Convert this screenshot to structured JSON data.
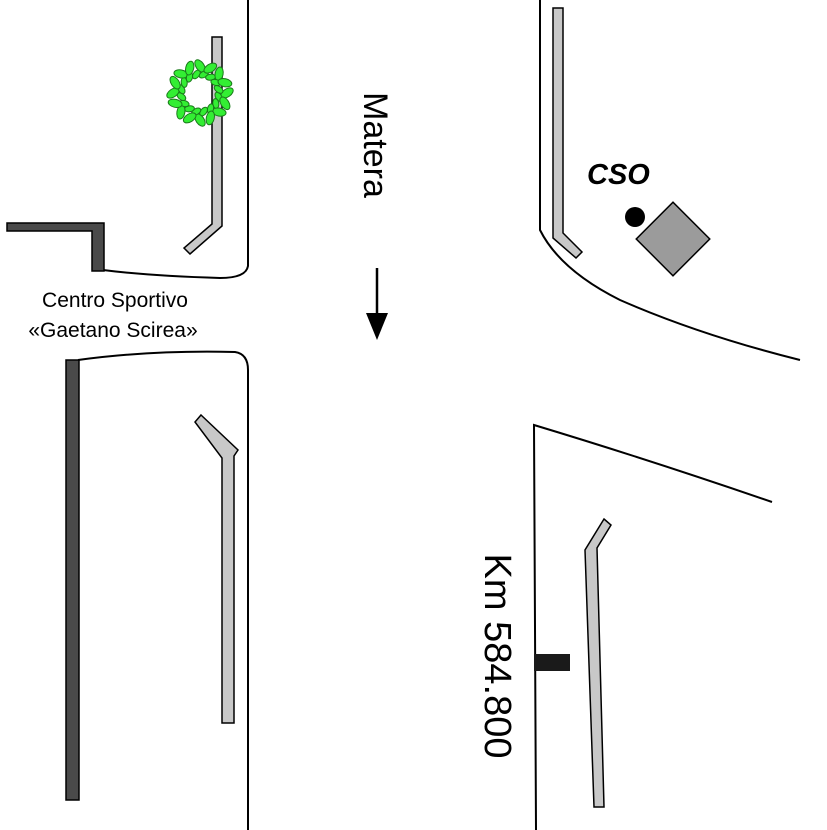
{
  "labels": {
    "direction": "Matera",
    "station": "CSO",
    "sports_center_line1": "Centro Sportivo",
    "sports_center_line2": "«Gaetano Scirea»",
    "kilometer": "Km 584.800"
  },
  "colors": {
    "road_edge": "#000000",
    "guardrail_fill": "#c8c8c8",
    "wall_fill": "#4a4a4a",
    "building_fill": "#9b9b9b",
    "tree_fill": "#33ee33",
    "marker_fill": "#1a1a1a"
  },
  "icons": {
    "tree": "tree-icon",
    "direction_arrow": "arrow-down-icon",
    "station_dot": "dot-icon",
    "building": "building-icon",
    "km_marker": "km-marker-icon"
  }
}
